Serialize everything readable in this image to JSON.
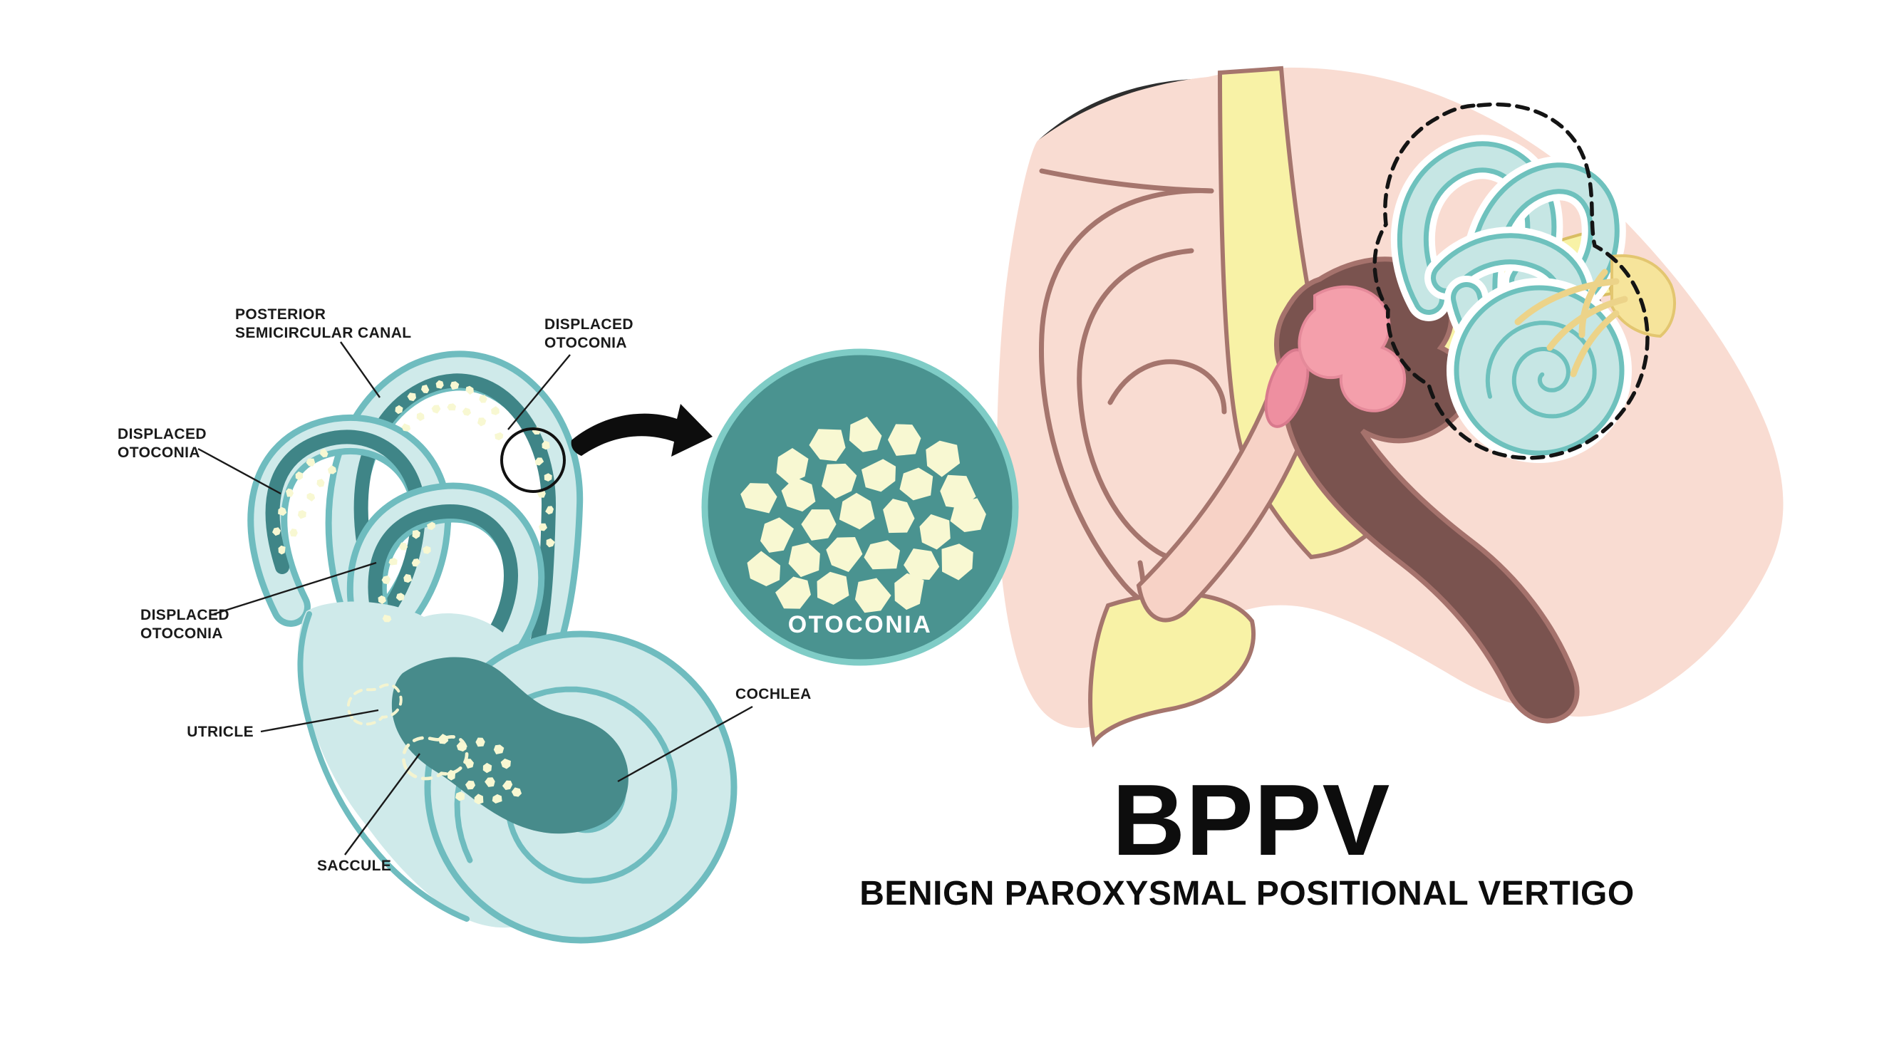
{
  "panels": {
    "inner_ear_diagram": {
      "labels": {
        "posterior_canal": {
          "line1": "POSTERIOR",
          "line2": "SEMICIRCULAR CANAL"
        },
        "displaced_otoconia_upper_left": {
          "line1": "DISPLACED",
          "line2": "OTOCONIA"
        },
        "displaced_otoconia_lower_left": {
          "line1": "DISPLACED",
          "line2": "OTOCONIA"
        },
        "displaced_otoconia_right": {
          "line1": "DISPLACED",
          "line2": "OTOCONIA"
        },
        "utricle": "UTRICLE",
        "saccule": "SACCULE",
        "cochlea": "COCHLEA"
      }
    },
    "otoconia_inset": {
      "caption": "OTOCONIA"
    },
    "title_block": {
      "heading": "BPPV",
      "subheading": "BENIGN PAROXYSMAL POSITIONAL VERTIGO"
    }
  },
  "colors": {
    "background": "#ffffff",
    "canal_teal": "#6fbcbf",
    "canal_light": "#cfeaea",
    "duct_dark": "#3f8587",
    "vestibule_dark": "#478b8b",
    "otoconia_cream": "#f8f8d2",
    "inset_fill": "#4a9390",
    "inset_border": "#7fccc6",
    "skin_pink": "#f9dcd2",
    "outline_mauve": "#a5756d",
    "bone_yellow": "#f8f2a6",
    "hair_black": "#2e2e2e",
    "cavity_maroon": "#7a534f",
    "ossicle_pink": "#f49fab",
    "eardrum_pink": "#ee8fa0",
    "labyrinth_blue": "#c6e6e4",
    "labyrinth_teal": "#6ec1bd",
    "nerve_yellow": "#ecd389",
    "text_black": "#1a1a1a"
  }
}
